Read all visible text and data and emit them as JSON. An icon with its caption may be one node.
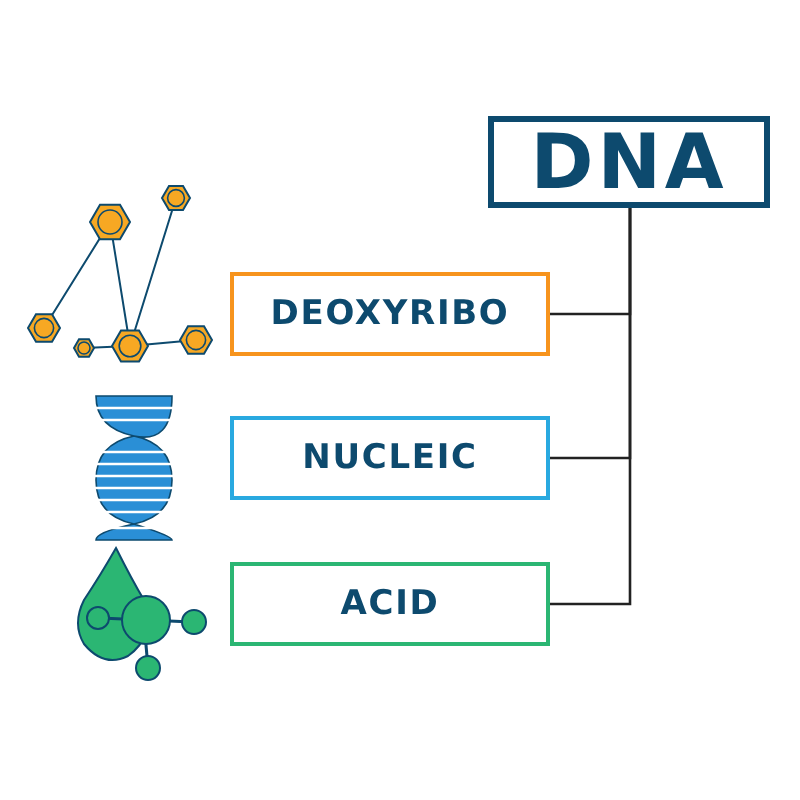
{
  "diagram": {
    "nodes": [
      {
        "text": [
          "DNA"
        ]
      },
      {
        "text": [
          "DEOXYRIBO"
        ]
      },
      {
        "text": [
          "NUCLEIC"
        ]
      },
      {
        "text": [
          "ACID"
        ]
      }
    ],
    "edges": [
      {
        "from": 0,
        "to": 1,
        "arrow": "none"
      },
      {
        "from": 0,
        "to": 2,
        "arrow": "none"
      },
      {
        "from": 0,
        "to": 3,
        "arrow": "none"
      }
    ]
  }
}
